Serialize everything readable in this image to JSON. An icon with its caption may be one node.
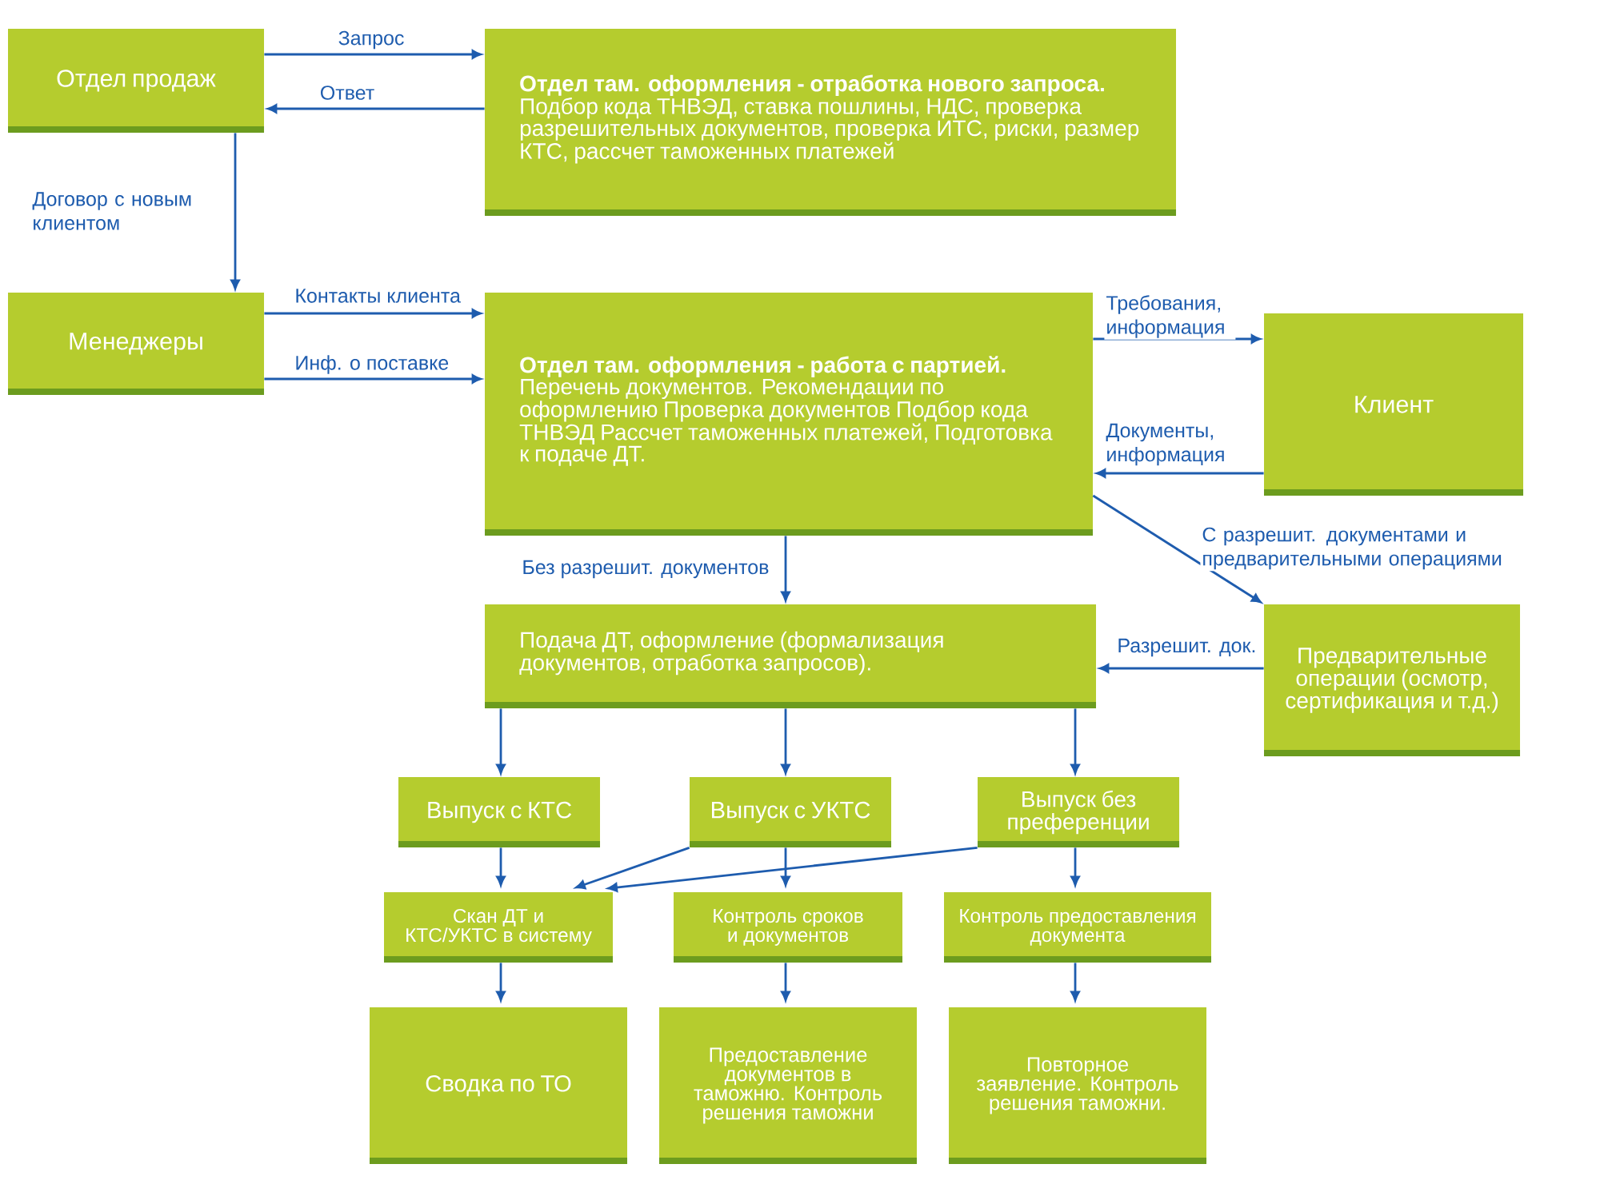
{
  "diagram": {
    "nodes": [
      {
        "text": [
          "Отдел продаж"
        ]
      },
      {
        "text": [
          "Отдел там. оформления - отработка нового запроса.",
          "Подбор кода ТНВЭД, ставка пошлины, НДС, проверка разрешительных документов, проверка ИТС, риски, размер КТС, рассчет таможенных платежей"
        ]
      },
      {
        "text": [
          "Менеджеры"
        ]
      },
      {
        "text": [
          "Отдел там. оформления - работа с партией.",
          "Перечень документов. Рекомендации по оформлению Проверка документов Подбор кода ТНВЭД Рассчет таможенных платежей, Подготовка к подаче ДТ."
        ]
      },
      {
        "text": [
          "Клиент"
        ]
      },
      {
        "text": [
          "Подача ДТ, оформление (формализация документов, отработка запросов)."
        ]
      },
      {
        "text": [
          "Предварительные операции (осмотр, сертификация и т.д.)"
        ]
      },
      {
        "text": [
          "Выпуск с КТС"
        ]
      },
      {
        "text": [
          "Выпуск с УКТС"
        ]
      },
      {
        "text": [
          "Выпуск без преференции"
        ]
      },
      {
        "text": [
          "Скан ДТ и КТС/УКТС в систему"
        ]
      },
      {
        "text": [
          "Контроль сроков и документов"
        ]
      },
      {
        "text": [
          "Контроль предоставления документа"
        ]
      },
      {
        "text": [
          "Сводка по ТО"
        ]
      },
      {
        "text": [
          "Предоставление документов в таможню. Контроль решения таможни"
        ]
      },
      {
        "text": [
          "Повторное заявление. Контроль решения таможни."
        ]
      }
    ],
    "edges": [
      {
        "from": 0,
        "to": 1,
        "arrow": "to",
        "label": "Запрос"
      },
      {
        "from": 1,
        "to": 0,
        "arrow": "to",
        "label": "Ответ"
      },
      {
        "from": 0,
        "to": 2,
        "arrow": "to",
        "label": "Договор с новым клиентом"
      },
      {
        "from": 2,
        "to": 3,
        "arrow": "to",
        "label": "Контакты клиента"
      },
      {
        "from": 2,
        "to": 3,
        "arrow": "to",
        "label": "Инф. о поставке"
      },
      {
        "from": 3,
        "to": 4,
        "arrow": "to",
        "label": "Требования, информация"
      },
      {
        "from": 4,
        "to": 3,
        "arrow": "to",
        "label": "Документы, информация"
      },
      {
        "from": 3,
        "to": 6,
        "arrow": "to",
        "label": "С разрешит. документами и предварительными операциями"
      },
      {
        "from": 3,
        "to": 5,
        "arrow": "to",
        "label": "Без разрешит. документов"
      },
      {
        "from": 6,
        "to": 5,
        "arrow": "to",
        "label": "Разрешит. док."
      },
      {
        "from": 5,
        "to": 7,
        "arrow": "to"
      },
      {
        "from": 5,
        "to": 8,
        "arrow": "to"
      },
      {
        "from": 5,
        "to": 9,
        "arrow": "to"
      },
      {
        "from": 7,
        "to": 10,
        "arrow": "to"
      },
      {
        "from": 8,
        "to": 10,
        "arrow": "to"
      },
      {
        "from": 9,
        "to": 10,
        "arrow": "to"
      },
      {
        "from": 8,
        "to": 11,
        "arrow": "to"
      },
      {
        "from": 9,
        "to": 12,
        "arrow": "to"
      },
      {
        "from": 10,
        "to": 13,
        "arrow": "to"
      },
      {
        "from": 11,
        "to": 14,
        "arrow": "to"
      },
      {
        "from": 12,
        "to": 15,
        "arrow": "to"
      }
    ]
  }
}
